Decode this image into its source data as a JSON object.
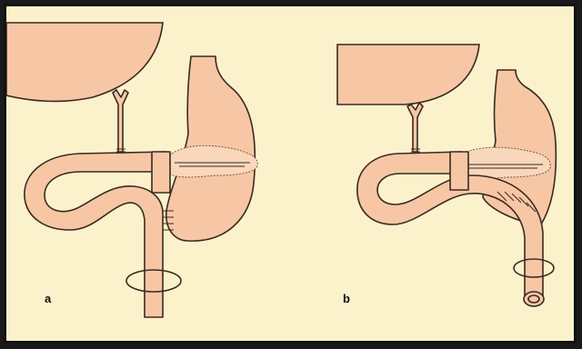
{
  "figure": {
    "panels": [
      {
        "id": "a",
        "label": "a"
      },
      {
        "id": "b",
        "label": "b"
      }
    ],
    "colors": {
      "background": "#fbf2cb",
      "tissue": "#f7c7a5",
      "outline": "#3a2a22",
      "frame": "#111111"
    }
  }
}
